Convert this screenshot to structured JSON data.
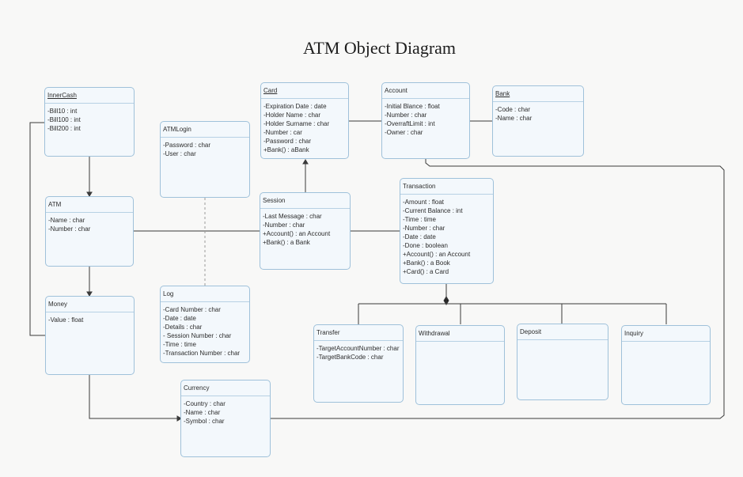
{
  "title": "ATM Object Diagram",
  "classes": {
    "innercash": {
      "name": "InnerCash",
      "attrs": [
        "-Bill10 : int",
        "-Bill100 : int",
        "-Bill200 : int"
      ]
    },
    "atm": {
      "name": "ATM",
      "attrs": [
        "-Name : char",
        "-Number : char"
      ]
    },
    "money": {
      "name": "Money",
      "attrs": [
        "-Value : float"
      ]
    },
    "atmlogin": {
      "name": "ATMLogin",
      "attrs": [
        "-Password : char",
        "-User : char"
      ]
    },
    "log": {
      "name": "Log",
      "attrs": [
        "-Card Number : char",
        "-Date : date",
        "-Details : char",
        "- Session Number : char",
        "-Time : time",
        "-Transaction Number : char"
      ]
    },
    "currency": {
      "name": "Currency",
      "attrs": [
        "-Country : char",
        "-Name : char",
        "-Symbol : char"
      ]
    },
    "card": {
      "name": "Card",
      "attrs": [
        "-Expiration Date : date",
        "-Holder Name : char",
        "-Holder Surname : char",
        "-Number : car",
        "-Password : char",
        "+Bank() : aBank"
      ]
    },
    "session": {
      "name": "Session",
      "attrs": [
        "-Last Message : char",
        "-Number : char",
        "+Account() : an Account",
        "+Bank() : a Bank"
      ]
    },
    "account": {
      "name": "Account",
      "attrs": [
        "-Initial Blance : float",
        "-Number : char",
        "-OverraftLimit : int",
        "-Owner : char"
      ]
    },
    "bank": {
      "name": "Bank",
      "attrs": [
        "-Code : char",
        "-Name : char"
      ]
    },
    "transaction": {
      "name": "Transaction",
      "attrs": [
        "-Amount : float",
        "-Current Balance : int",
        "-Time : time",
        "-Number : char",
        "-Date : date",
        "-Done : boolean",
        "+Account() : an Account",
        "+Bank() : a Book",
        "+Card() : a Card"
      ]
    },
    "transfer": {
      "name": "Transfer",
      "attrs": [
        "-TargetAccountNumber : char",
        "-TargetBankCode : char"
      ]
    },
    "withdrawal": {
      "name": "Withdrawal",
      "attrs": []
    },
    "deposit": {
      "name": "Deposit",
      "attrs": []
    },
    "inquiry": {
      "name": "Inquiry",
      "attrs": []
    }
  }
}
